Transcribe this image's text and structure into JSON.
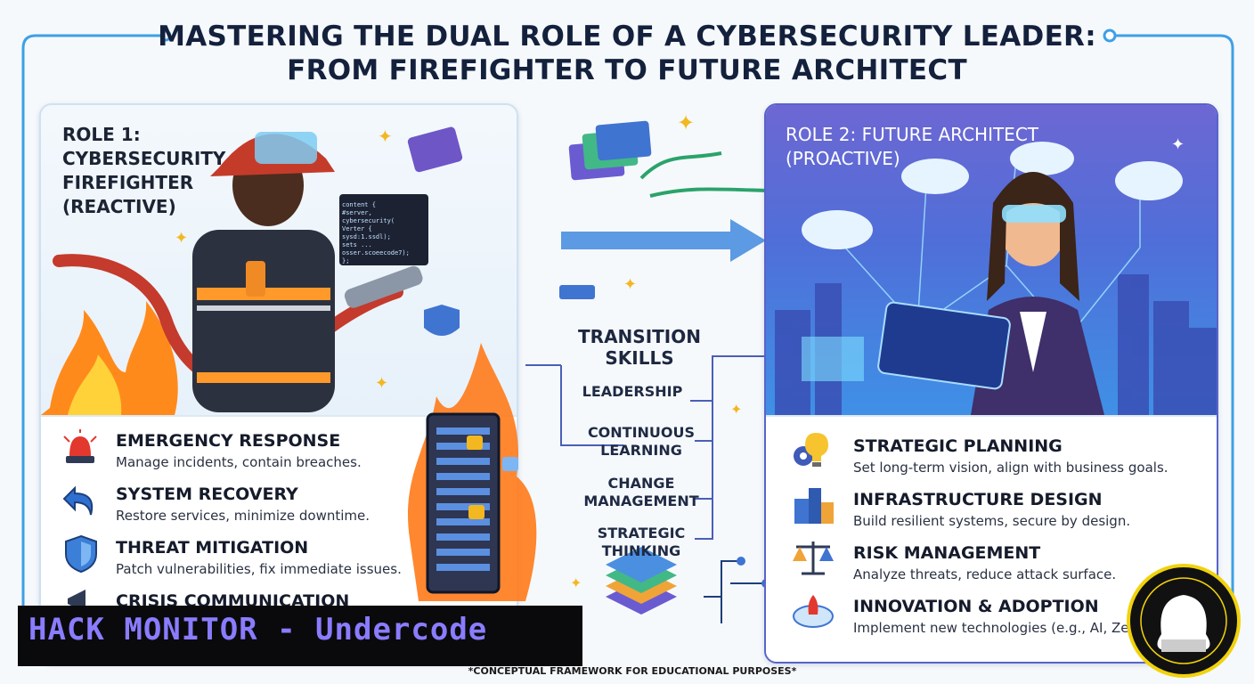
{
  "title": {
    "line1": "MASTERING THE DUAL ROLE OF A CYBERSECURITY LEADER:",
    "line2": "FROM FIREFIGHTER TO FUTURE ARCHITECT"
  },
  "role1": {
    "title_lines": [
      "ROLE 1:",
      "CYBERSECURITY",
      "FIREFIGHTER",
      "(REACTIVE)"
    ],
    "items": [
      {
        "icon": "siren-icon",
        "title": "EMERGENCY RESPONSE",
        "desc": "Manage incidents, contain breaches."
      },
      {
        "icon": "undo-arrow-icon",
        "title": "SYSTEM RECOVERY",
        "desc": "Restore services, minimize downtime."
      },
      {
        "icon": "shield-icon",
        "title": "THREAT MITIGATION",
        "desc": "Patch vulnerabilities, fix immediate issues."
      },
      {
        "icon": "megaphone-icon",
        "title": "CRISIS COMMUNICATION",
        "desc": ""
      }
    ],
    "code_lines": [
      "content {",
      "  #server, cybersecurity(",
      "  Verter {",
      "    sysd:1.ssdl);",
      "    sets ...",
      "  osser.scoeecode7);",
      "};"
    ]
  },
  "role2": {
    "title_lines": [
      "ROLE 2: FUTURE ARCHITECT",
      "(PROACTIVE)"
    ],
    "items": [
      {
        "icon": "lightbulb-gear-icon",
        "title": "STRATEGIC PLANNING",
        "desc": "Set long-term vision, align with business goals."
      },
      {
        "icon": "buildings-icon",
        "title": "INFRASTRUCTURE DESIGN",
        "desc": "Build resilient systems, secure by design."
      },
      {
        "icon": "scales-icon",
        "title": "RISK MANAGEMENT",
        "desc": "Analyze threats, reduce attack surface."
      },
      {
        "icon": "cloud-rocket-icon",
        "title": "INNOVATION & ADOPTION",
        "desc": "Implement new technologies (e.g., AI, Ze"
      }
    ]
  },
  "transition": {
    "title_lines": [
      "TRANSITION",
      "SKILLS"
    ],
    "skills": [
      [
        "LEADERSHIP"
      ],
      [
        "CONTINUOUS",
        "LEARNING"
      ],
      [
        "CHANGE",
        "MANAGEMENT"
      ],
      [
        "STRATEGIC",
        "THINKING"
      ]
    ]
  },
  "banner": "HACK MONITOR - Undercode",
  "footnote": "*CONCEPTUAL FRAMEWORK FOR EDUCATIONAL PURPOSES*",
  "colors": {
    "accent_blue": "#2a8fd8",
    "purple": "#5a63c9",
    "fire": "#ff7a1a",
    "banner_text": "#8a7cff"
  }
}
